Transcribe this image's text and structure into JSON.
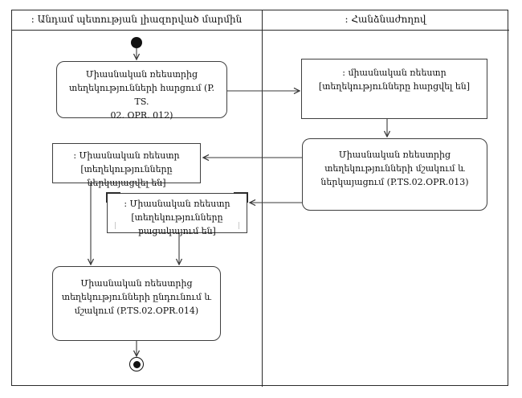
{
  "diagram": {
    "type": "uml-activity-swimlane",
    "lanes": {
      "left": {
        "title": ": Անդամ պետության լիազորված մարմին"
      },
      "right": {
        "title": ": Հանձնաժողով"
      }
    },
    "nodes": {
      "activity_request": {
        "kind": "activity",
        "lines": [
          "Միասնական ռեեստրից",
          "տեղեկությունների հարցում (P. TS.",
          "02. OPR. 012)"
        ]
      },
      "object_requested": {
        "kind": "object",
        "lines": [
          ": միասնական ռեեստր",
          "[տեղեկությունները հարցվել են]"
        ]
      },
      "activity_process_present": {
        "kind": "activity",
        "lines": [
          "Միասնական ռեեստրից",
          "տեղեկությունների մշակում և",
          "ներկայացում (P.TS.02.OPR.013)"
        ]
      },
      "object_presented": {
        "kind": "object",
        "lines": [
          ": Միասնական ռեեստր",
          "[տեղեկությունները ներկայացվել են]"
        ]
      },
      "object_missing": {
        "kind": "object",
        "lines": [
          ": Միասնական ռեեստր",
          "[տեղեկությունները բացակայում են]"
        ]
      },
      "activity_receive_process": {
        "kind": "activity",
        "lines": [
          "Միասնական ռեեստրից",
          "տեղեկությունների ընդունում և",
          "մշակում (P.TS.02.OPR.014)"
        ]
      }
    },
    "colors": {
      "line": "#3a3a3a",
      "frame": "#2b2b2b",
      "text": "#111111",
      "background": "#ffffff"
    }
  }
}
